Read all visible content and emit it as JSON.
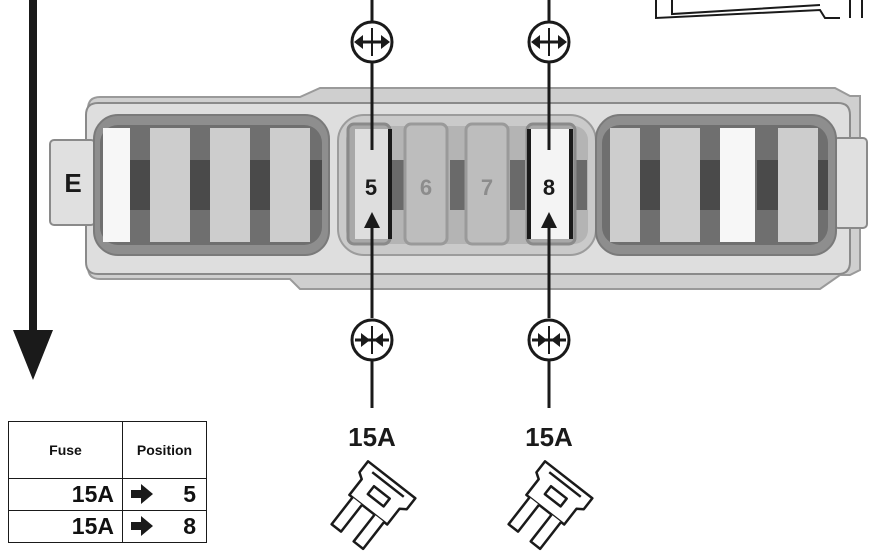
{
  "fusebox": {
    "section_label": "E",
    "slots": [
      {
        "number": "5",
        "state": "install"
      },
      {
        "number": "6",
        "state": "inactive"
      },
      {
        "number": "7",
        "state": "inactive"
      },
      {
        "number": "8",
        "state": "install"
      }
    ]
  },
  "callouts": {
    "left_rating": "15A",
    "right_rating": "15A"
  },
  "icons": {
    "direction_arrow": "down-arrow-icon",
    "spread": "pull-out-icon",
    "squeeze": "push-in-icon",
    "fuse": "blade-fuse-icon",
    "table_arrow": "right-arrow-icon"
  },
  "table": {
    "headers": {
      "fuse": "Fuse",
      "position": "Position"
    },
    "rows": [
      {
        "fuse": "15A",
        "position": "5"
      },
      {
        "fuse": "15A",
        "position": "8"
      }
    ]
  },
  "colors": {
    "ink": "#1a1a1a",
    "housing": "#d4d4d4",
    "housing_dark": "#b8b8b8",
    "highlight_slot": "#f2f2f2"
  }
}
